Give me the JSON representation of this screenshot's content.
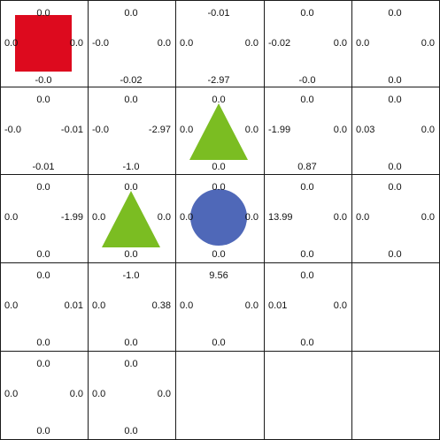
{
  "grid": {
    "rows": 5,
    "cols": 5,
    "line_color": "#1a1a1a",
    "cells": [
      [
        {
          "piece": "red-square",
          "values": {
            "top": "0.0",
            "left": "0.0",
            "right": "0.0",
            "bottom": "-0.0"
          }
        },
        {
          "piece": null,
          "values": {
            "top": "0.0",
            "left": "-0.0",
            "right": "0.0",
            "bottom": "-0.02"
          }
        },
        {
          "piece": null,
          "values": {
            "top": "-0.01",
            "left": "0.0",
            "right": "0.0",
            "bottom": "-2.97"
          }
        },
        {
          "piece": null,
          "values": {
            "top": "0.0",
            "left": "-0.02",
            "right": "0.0",
            "bottom": "-0.0"
          }
        },
        {
          "piece": null,
          "values": {
            "top": "0.0",
            "left": "0.0",
            "right": "0.0",
            "bottom": "0.0"
          }
        }
      ],
      [
        {
          "piece": null,
          "values": {
            "top": "0.0",
            "left": "-0.0",
            "right": "-0.01",
            "bottom": "-0.01"
          }
        },
        {
          "piece": null,
          "values": {
            "top": "0.0",
            "left": "-0.0",
            "right": "-2.97",
            "bottom": "-1.0"
          }
        },
        {
          "piece": "green-triangle",
          "values": {
            "top": "0.0",
            "left": "0.0",
            "right": "0.0",
            "bottom": "0.0"
          }
        },
        {
          "piece": null,
          "values": {
            "top": "0.0",
            "left": "-1.99",
            "right": "0.0",
            "bottom": "0.87"
          }
        },
        {
          "piece": null,
          "values": {
            "top": "0.0",
            "left": "0.03",
            "right": "0.0",
            "bottom": "0.0"
          }
        }
      ],
      [
        {
          "piece": null,
          "values": {
            "top": "0.0",
            "left": "0.0",
            "right": "-1.99",
            "bottom": "0.0"
          }
        },
        {
          "piece": "green-triangle",
          "values": {
            "top": "0.0",
            "left": "0.0",
            "right": "0.0",
            "bottom": "0.0"
          }
        },
        {
          "piece": "blue-circle",
          "values": {
            "top": "0.0",
            "left": "0.0",
            "right": "0.0",
            "bottom": "0.0"
          }
        },
        {
          "piece": null,
          "values": {
            "top": "0.0",
            "left": "13.99",
            "right": "0.0",
            "bottom": "0.0"
          }
        },
        {
          "piece": null,
          "values": {
            "top": "0.0",
            "left": "0.0",
            "right": "0.0",
            "bottom": "0.0"
          }
        }
      ],
      [
        {
          "piece": null,
          "values": {
            "top": "0.0",
            "left": "0.0",
            "right": "0.01",
            "bottom": "0.0"
          }
        },
        {
          "piece": null,
          "values": {
            "top": "-1.0",
            "left": "0.0",
            "right": "0.38",
            "bottom": "0.0"
          }
        },
        {
          "piece": null,
          "values": {
            "top": "9.56",
            "left": "0.0",
            "right": "0.0",
            "bottom": "0.0"
          }
        },
        {
          "piece": null,
          "values": {
            "top": "0.0",
            "left": "0.01",
            "right": "0.0",
            "bottom": "0.0"
          }
        },
        {
          "piece": null,
          "values": null
        }
      ],
      [
        {
          "piece": null,
          "values": {
            "top": "0.0",
            "left": "0.0",
            "right": "0.0",
            "bottom": "0.0"
          }
        },
        {
          "piece": null,
          "values": {
            "top": "0.0",
            "left": "0.0",
            "right": "0.0",
            "bottom": "0.0"
          }
        },
        {
          "piece": null,
          "values": null
        },
        {
          "piece": null,
          "values": null
        },
        {
          "piece": null,
          "values": null
        }
      ]
    ]
  },
  "pieces": {
    "red-square": {
      "shape": "square",
      "color": "#dd0a1e"
    },
    "green-triangle": {
      "shape": "triangle",
      "color": "#7bbd22"
    },
    "blue-circle": {
      "shape": "circle",
      "color": "#4f68b8"
    }
  }
}
